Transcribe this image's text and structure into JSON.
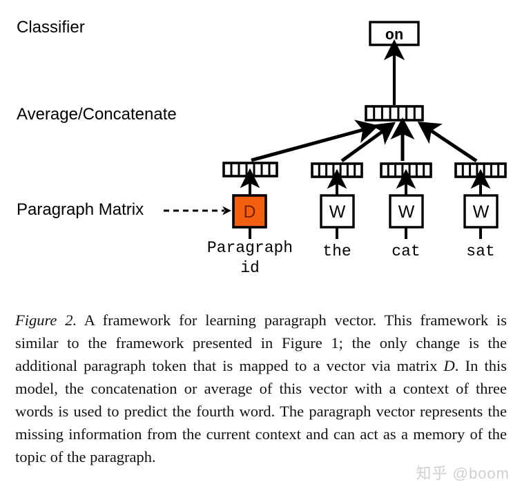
{
  "figure": {
    "side_labels": {
      "classifier": "Classifier",
      "average": "Average/Concatenate",
      "paragraph_matrix": "Paragraph Matrix"
    },
    "output_box": {
      "label": "on"
    },
    "matrix_boxes": [
      {
        "label": "D",
        "token": "Paragraph\nid",
        "fill": "#F4600F",
        "text_color": "#7A1E05",
        "kind": "paragraph-matrix"
      },
      {
        "label": "W",
        "token": "the",
        "fill": "#FFFFFF",
        "text_color": "#000000",
        "kind": "word-matrix"
      },
      {
        "label": "W",
        "token": "cat",
        "fill": "#FFFFFF",
        "text_color": "#000000",
        "kind": "word-matrix"
      },
      {
        "label": "W",
        "token": "sat",
        "fill": "#FFFFFF",
        "text_color": "#000000",
        "kind": "word-matrix"
      }
    ],
    "vector_cells": 7,
    "concat_vector_cells": 7,
    "colors": {
      "stroke": "#000000",
      "paragraph_fill": "#F4600F",
      "paragraph_letter": "#7A1E05",
      "background": "#FFFFFF"
    },
    "dashed_arrow": "----->"
  },
  "caption": {
    "figure_number": "Figure 2.",
    "text_before_var": " A framework for learning paragraph vector. This framework is similar to the framework presented in Figure 1; the only change is the additional paragraph token that is mapped to a vector via matrix ",
    "variable": "D",
    "text_after_var": ". In this model, the concatenation or average of this vector with a context of three words is used to predict the fourth word. The paragraph vector represents the missing information from the current context and can act as a memory of the topic of the paragraph."
  },
  "watermark": {
    "text": "知乎 @boom"
  }
}
